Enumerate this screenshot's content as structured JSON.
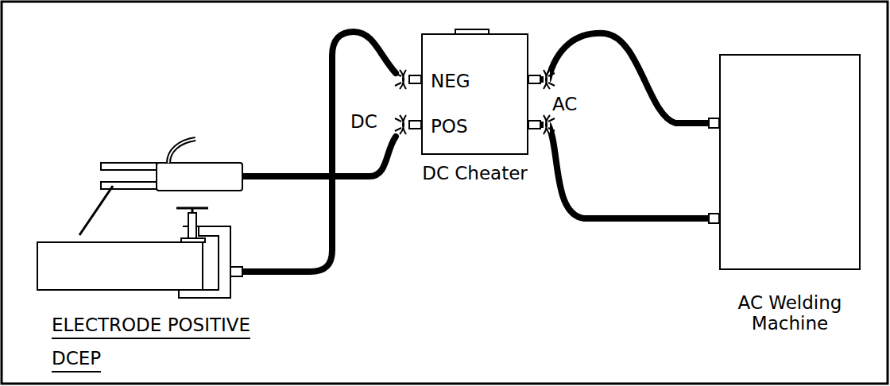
{
  "diagram": {
    "nodes": [
      {
        "text": [
          "NEG",
          "POS",
          "DC Cheater"
        ]
      },
      {
        "text": [
          "AC Welding Machine"
        ]
      }
    ],
    "edges": [
      {
        "from": 0,
        "to": 1,
        "arrow": "none"
      },
      {
        "from": 0,
        "to": 1,
        "arrow": "none"
      }
    ],
    "labels": [
      "DC",
      "AC",
      "ELECTRODE POSITIVE",
      "DCEP"
    ]
  }
}
